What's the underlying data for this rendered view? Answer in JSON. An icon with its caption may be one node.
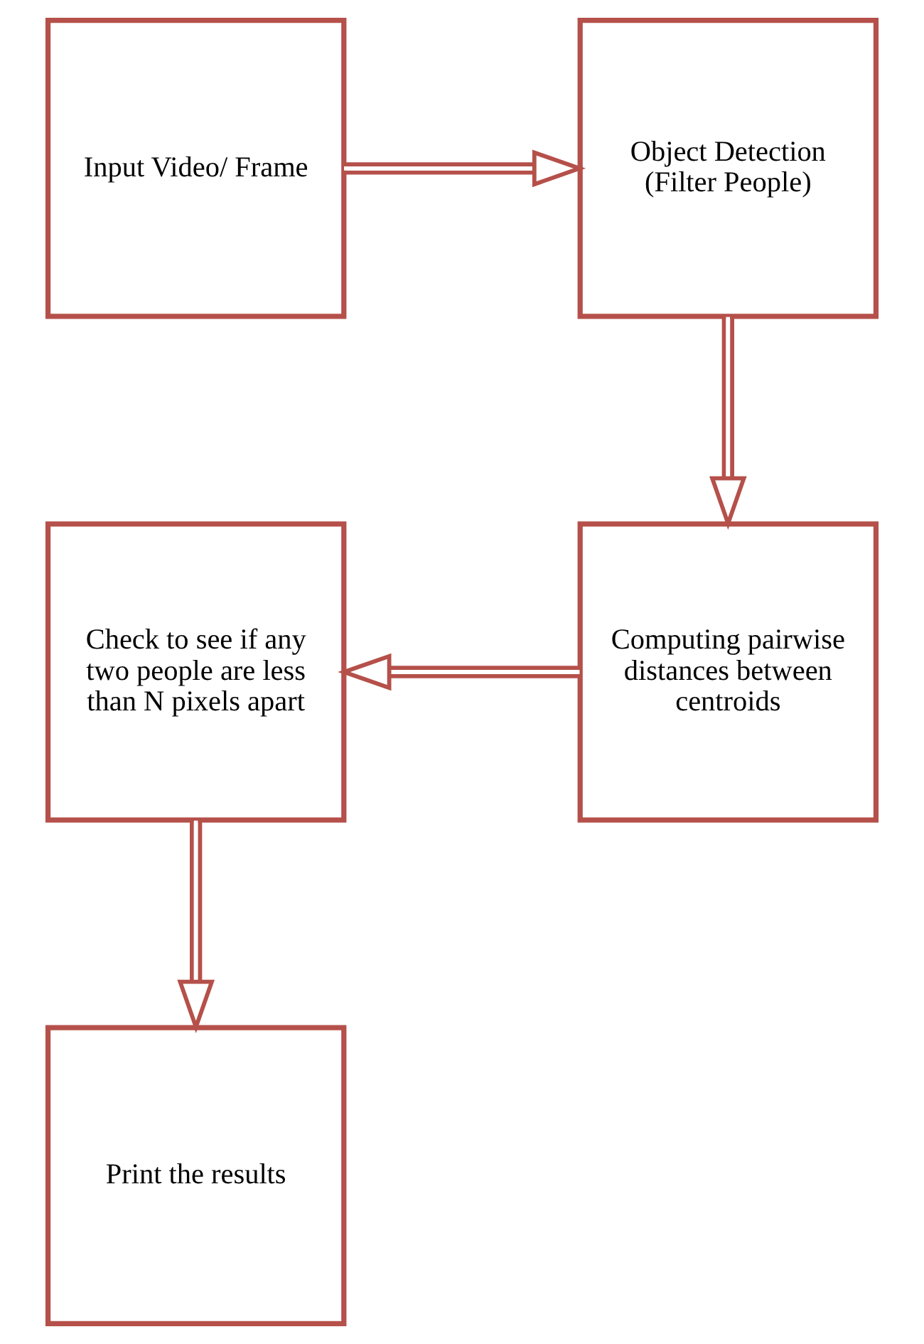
{
  "diagram": {
    "nodes": [
      {
        "text": [
          "Input Video/ Frame"
        ]
      },
      {
        "text": [
          "Object Detection (Filter People)"
        ]
      },
      {
        "text": [
          "Computing pairwise distances between centroids"
        ]
      },
      {
        "text": [
          "Check to see if any two people are less than N pixels apart"
        ]
      },
      {
        "text": [
          "Print the results"
        ]
      }
    ],
    "edges": [
      {
        "from": 0,
        "to": 1,
        "arrow": "to"
      },
      {
        "from": 1,
        "to": 2,
        "arrow": "to"
      },
      {
        "from": 2,
        "to": 3,
        "arrow": "to"
      },
      {
        "from": 3,
        "to": 4,
        "arrow": "to"
      }
    ]
  }
}
